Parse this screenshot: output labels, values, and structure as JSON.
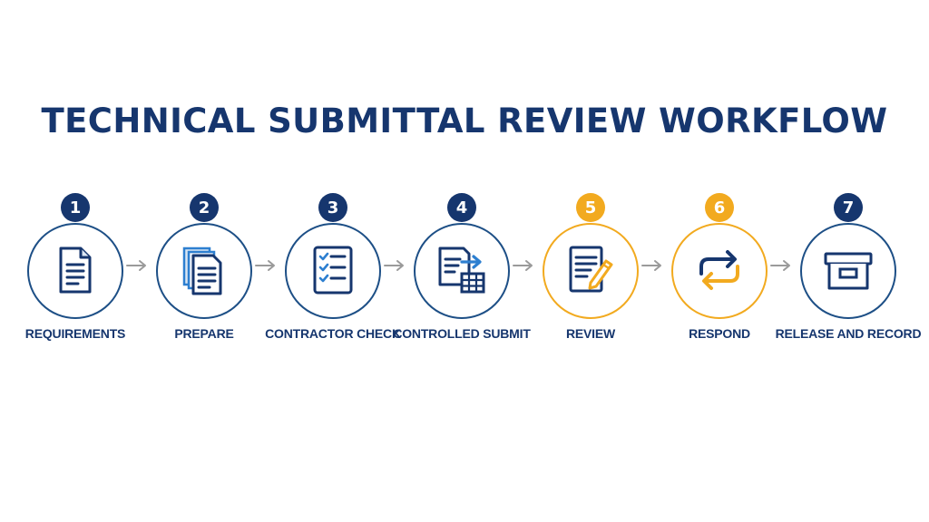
{
  "title": "TECHNICAL SUBMITTAL REVIEW WORKFLOW",
  "colors": {
    "navy": "#16366e",
    "gold": "#f2aa1f",
    "accent_blue": "#2d7fd0",
    "arrow": "#9a9a9a"
  },
  "steps": [
    {
      "number": "1",
      "label": "REQUIREMENTS",
      "icon": "document-icon",
      "accent": "navy"
    },
    {
      "number": "2",
      "label": "PREPARE",
      "icon": "document-stack-icon",
      "accent": "navy"
    },
    {
      "number": "3",
      "label": "CONTRACTOR CHECK",
      "icon": "checklist-icon",
      "accent": "navy"
    },
    {
      "number": "4",
      "label": "CONTROLLED SUBMIT",
      "icon": "document-transfer-icon",
      "accent": "navy"
    },
    {
      "number": "5",
      "label": "REVIEW",
      "icon": "document-edit-icon",
      "accent": "gold"
    },
    {
      "number": "6",
      "label": "RESPOND",
      "icon": "cycle-arrows-icon",
      "accent": "gold"
    },
    {
      "number": "7",
      "label": "RELEASE AND RECORD",
      "icon": "archive-box-icon",
      "accent": "navy"
    }
  ]
}
